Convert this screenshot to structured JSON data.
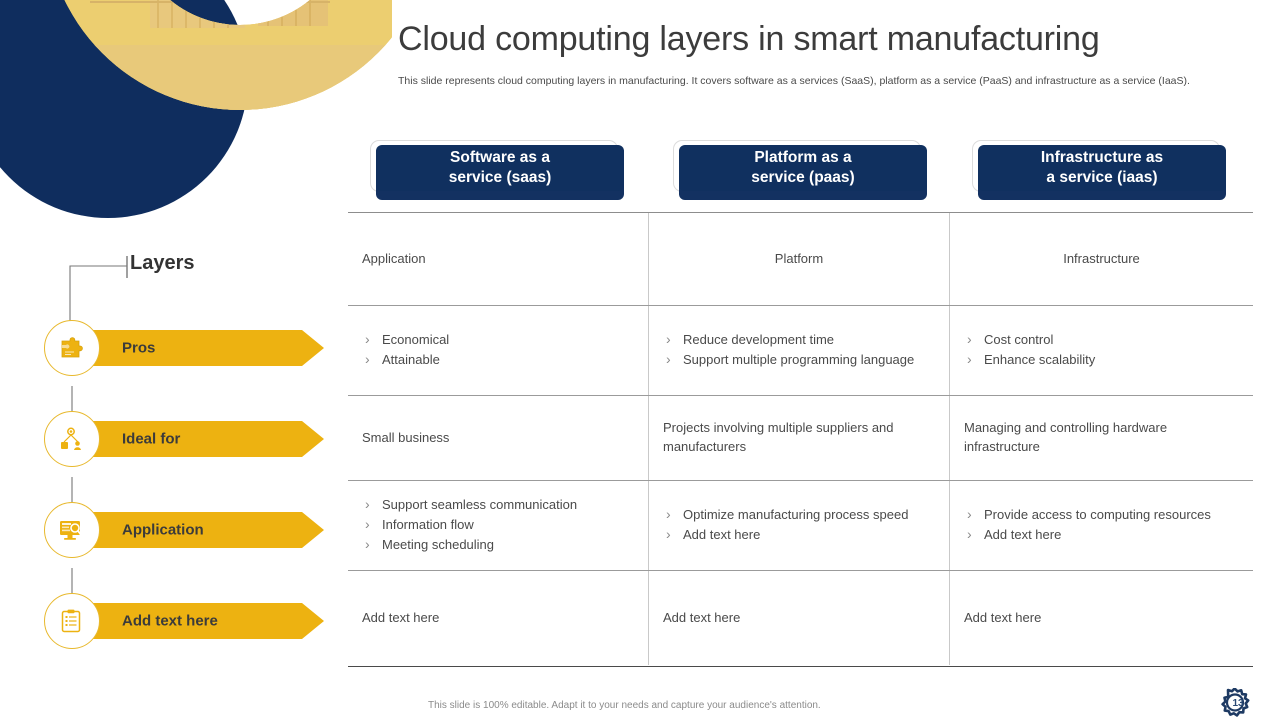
{
  "header": {
    "title": "Cloud computing layers in smart manufacturing",
    "subtitle": "This slide represents cloud computing layers in manufacturing. It covers software as a services (SaaS), platform as a service (PaaS) and infrastructure as a service (IaaS)."
  },
  "colors": {
    "navy": "#10305f",
    "gold": "#e8b92e",
    "amber": "#edb211",
    "grid": "#c9c9c9",
    "text": "#4a4a4a"
  },
  "service_pills": [
    {
      "line1": "Software as a",
      "line2": "service (saas)"
    },
    {
      "line1": "Platform as a",
      "line2": "service (paas)"
    },
    {
      "line1": "Infrastructure as",
      "line2": "a service (iaas)"
    }
  ],
  "rail": {
    "label": "Layers",
    "items": [
      {
        "label": "Pros",
        "icon": "puzzle-icon"
      },
      {
        "label": "Ideal for",
        "icon": "network-people-icon"
      },
      {
        "label": "Application",
        "icon": "monitor-search-icon"
      },
      {
        "label": "Add text here",
        "icon": "clipboard-icon"
      }
    ]
  },
  "table": {
    "rows": [
      {
        "kind": "header",
        "cells": [
          {
            "type": "text",
            "align": "left",
            "value": "Application"
          },
          {
            "type": "text",
            "align": "center",
            "value": "Platform"
          },
          {
            "type": "text",
            "align": "center",
            "value": "Infrastructure"
          }
        ]
      },
      {
        "kind": "pros",
        "cells": [
          {
            "type": "list",
            "items": [
              "Economical",
              "Attainable"
            ]
          },
          {
            "type": "list",
            "items": [
              "Reduce development  time",
              "Support multiple programming language"
            ]
          },
          {
            "type": "list",
            "items": [
              "Cost control",
              "Enhance scalability"
            ]
          }
        ]
      },
      {
        "kind": "ideal",
        "cells": [
          {
            "type": "text",
            "align": "left",
            "value": "Small business"
          },
          {
            "type": "text",
            "align": "left",
            "value": "Projects involving  multiple  suppliers and manufacturers"
          },
          {
            "type": "text",
            "align": "left",
            "value": "Managing and controlling hardware infrastructure"
          }
        ]
      },
      {
        "kind": "application",
        "cells": [
          {
            "type": "list",
            "items": [
              "Support seamless communication",
              "Information  flow",
              "Meeting scheduling"
            ]
          },
          {
            "type": "list",
            "items": [
              "Optimize manufacturing process speed",
              "Add text here"
            ]
          },
          {
            "type": "list",
            "items": [
              "Provide access to computing resources",
              "Add text here"
            ]
          }
        ]
      },
      {
        "kind": "addtext",
        "cells": [
          {
            "type": "text",
            "align": "left",
            "value": "Add text here"
          },
          {
            "type": "text",
            "align": "left",
            "value": "Add text here"
          },
          {
            "type": "text",
            "align": "left",
            "value": "Add text here"
          }
        ]
      }
    ]
  },
  "footer": {
    "note": "This slide is 100% editable. Adapt it to your needs and capture your audience's attention.",
    "page_number": "13"
  }
}
